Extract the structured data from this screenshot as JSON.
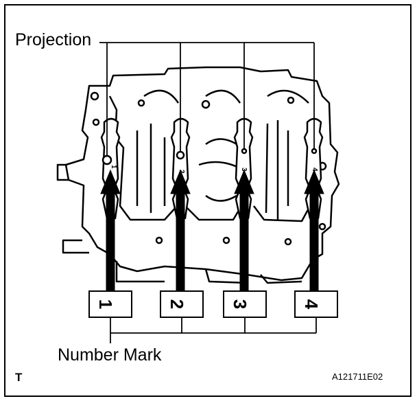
{
  "labels": {
    "projection": "Projection",
    "number_mark": "Number Mark",
    "corner_letter": "T",
    "figure_code": "A121711E02"
  },
  "caps": [
    {
      "number": "1",
      "stamp": "1"
    },
    {
      "number": "2",
      "stamp": "2"
    },
    {
      "number": "3",
      "stamp": "3"
    },
    {
      "number": "4",
      "stamp": "4"
    }
  ]
}
